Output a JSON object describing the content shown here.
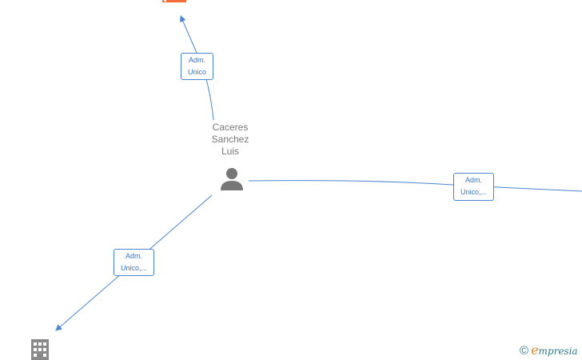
{
  "person": {
    "name_lines": [
      "Caceres",
      "Sanchez",
      "Luis"
    ]
  },
  "edges": {
    "top": {
      "line1": "Adm.",
      "line2": "Unico"
    },
    "right": {
      "line1": "Adm.",
      "line2": "Unico,..."
    },
    "left": {
      "line1": "Adm.",
      "line2": "Unico,..."
    }
  },
  "icons": {
    "person": "person-icon",
    "company_top": "company-icon",
    "company_bottom": "building-icon"
  },
  "colors": {
    "edge": "#4a86cf",
    "person_icon": "#777777",
    "company_top": "#f26a35",
    "company_bottom": "#8a8a8a"
  },
  "watermark": {
    "copyright": "©",
    "brand_initial": "e",
    "brand_rest": "mpresia"
  }
}
